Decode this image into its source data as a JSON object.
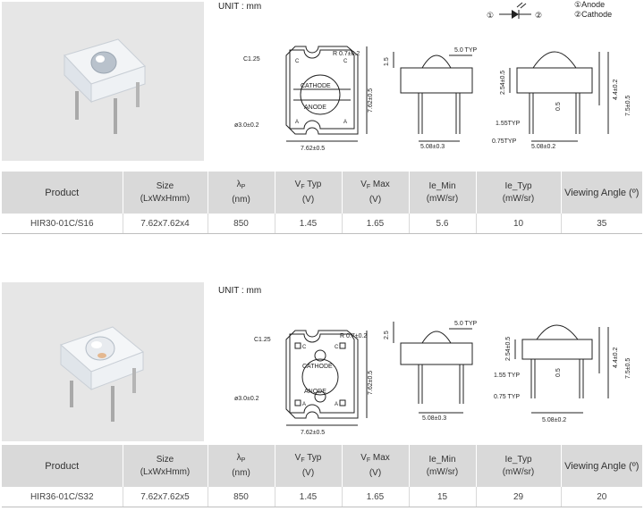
{
  "sections": [
    {
      "unit_label": "UNIT : mm",
      "dimensions": {
        "chamfer": "C1.25",
        "radius": "R 0.7±0.2",
        "cathode": "CATHODE",
        "anode": "ANODE",
        "hole": "ø3.0±0.2",
        "width": "7.62±0.5",
        "height": "7.62±0.5",
        "lens_height": "1.5",
        "lens_typ": "5.0 TYP",
        "pin_pitch": "5.08±0.3",
        "body_h": "2.54±0.5",
        "total_h": "4.4±0.2",
        "pin_len": "7.5±0.5",
        "pin_w1": "1.55TYP",
        "pin_w2": "0.75TYP",
        "pin_thk": "0.5",
        "side_pitch": "5.08±0.2",
        "corner_c": "C",
        "corner_a": "A"
      },
      "legend": {
        "item1": "①Anode",
        "item2": "②Cathode",
        "num1": "①",
        "num2": "②"
      },
      "headers": [
        "Product",
        "Size",
        "(LxWxHmm)",
        "λ",
        "P",
        "(nm)",
        "V",
        "F",
        " Typ",
        "(V)",
        "V",
        "F",
        " Max",
        "(V)",
        "Ie_Min",
        "(mW/sr)",
        "Ie_Typ",
        "(mW/sr)",
        "Viewing Angle (º)"
      ],
      "row": [
        "HIR30-01C/S16",
        "7.62x7.62x4",
        "850",
        "1.45",
        "1.65",
        "5.6",
        "10",
        "35"
      ]
    },
    {
      "unit_label": "UNIT : mm",
      "dimensions": {
        "chamfer": "C1.25",
        "radius": "R 0.7±0.2",
        "cathode": "CATHODE",
        "anode": "ANODE",
        "hole": "ø3.0±0.2",
        "width": "7.62±0.5",
        "height": "7.62±0.5",
        "lens_height": "2.5",
        "lens_typ": "5.0 TYP",
        "pin_pitch": "5.08±0.3",
        "body_h": "2.54±0.5",
        "total_h": "4.4±0.2",
        "pin_len": "7.5±0.5",
        "pin_w1": "1.55 TYP",
        "pin_w2": "0.75 TYP",
        "pin_thk": "0.5",
        "side_pitch": "5.08±0.2",
        "corner_c": "C",
        "corner_a": "A"
      },
      "headers": [
        "Product",
        "Size",
        "(LxWxHmm)",
        "λ",
        "P",
        "(nm)",
        "V",
        "F",
        " Typ",
        "(V)",
        "V",
        "F",
        " Max",
        "(V)",
        "Ie_Min",
        "(mW/sr)",
        "Ie_Typ",
        "(mW/sr)",
        "Viewing Angle (º)"
      ],
      "row": [
        "HIR36-01C/S32",
        "7.62x7.62x5",
        "850",
        "1.45",
        "1.65",
        "15",
        "29",
        "20"
      ]
    }
  ]
}
